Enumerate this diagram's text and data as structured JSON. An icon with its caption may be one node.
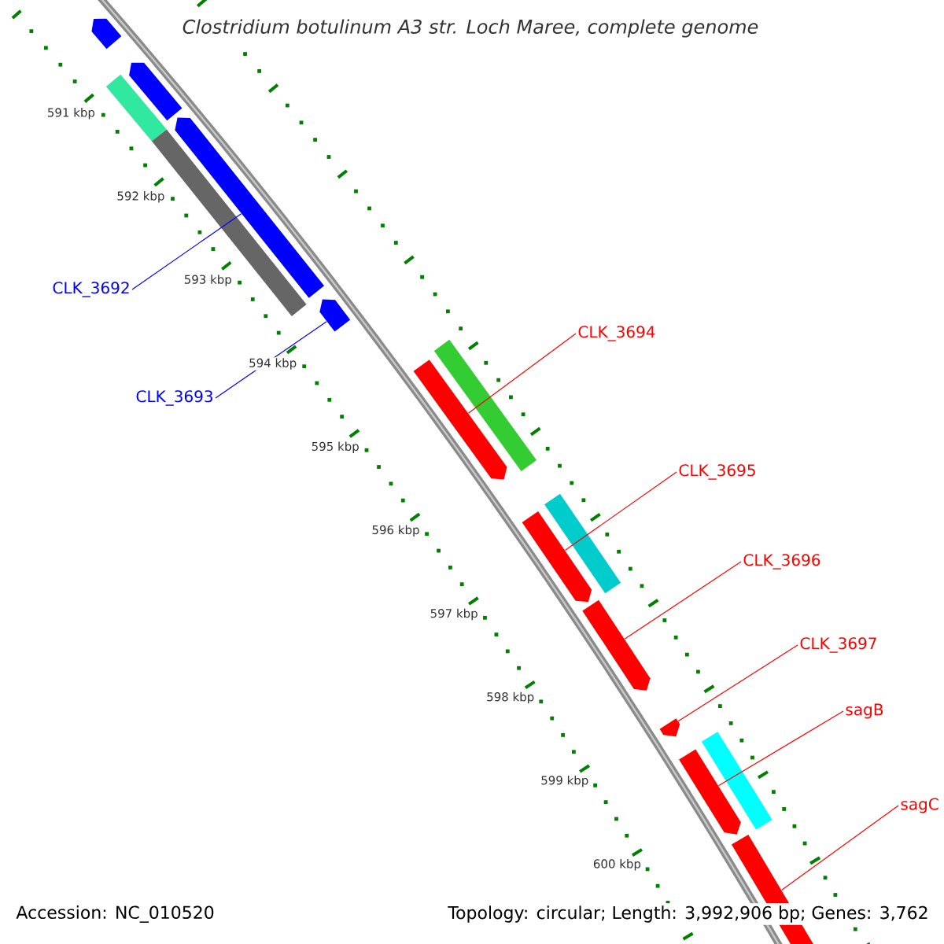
{
  "diagram": {
    "title": "Clostridium botulinum A3 str. Loch Maree, complete genome",
    "nodes": [
      {
        "text": [
          "CLK_3692"
        ]
      },
      {
        "text": [
          "CLK_3693"
        ]
      },
      {
        "text": [
          "CLK_3694"
        ]
      },
      {
        "text": [
          "CLK_3695"
        ]
      },
      {
        "text": [
          "CLK_3696"
        ]
      },
      {
        "text": [
          "CLK_3697"
        ]
      },
      {
        "text": [
          "sagB"
        ]
      },
      {
        "text": [
          "sagC"
        ]
      },
      {
        "text": [],
        "shape": "arrow"
      },
      {
        "text": [],
        "shape": "arrow"
      },
      {
        "text": [],
        "shape": "bar"
      },
      {
        "text": [],
        "shape": "arrow"
      },
      {
        "text": [],
        "shape": "bar"
      },
      {
        "text": [],
        "shape": "arrow"
      },
      {
        "text": [],
        "shape": "arrow"
      },
      {
        "text": [],
        "shape": "bar"
      },
      {
        "text": [],
        "shape": "arrow"
      },
      {
        "text": [],
        "shape": "bar"
      },
      {
        "text": [],
        "shape": "arrow"
      },
      {
        "text": [],
        "shape": "arrow"
      },
      {
        "text": [],
        "shape": "arrow"
      },
      {
        "text": [],
        "shape": "bar"
      },
      {
        "text": [],
        "shape": "arrow"
      }
    ],
    "edges": [
      {
        "from": 0,
        "to": 11,
        "arrow": "none",
        "color": "#0000ff"
      },
      {
        "from": 1,
        "to": 13,
        "arrow": "none",
        "color": "#0000ff"
      },
      {
        "from": 2,
        "to": 14,
        "arrow": "none"
      },
      {
        "from": 3,
        "to": 16,
        "arrow": "none"
      },
      {
        "from": 4,
        "to": 18,
        "arrow": "none"
      },
      {
        "from": 5,
        "to": 19,
        "arrow": "none"
      },
      {
        "from": 6,
        "to": 20,
        "arrow": "none"
      },
      {
        "from": 7,
        "to": 22,
        "arrow": "none"
      }
    ],
    "labels": [
      "591 kbp",
      "592 kbp",
      "593 kbp",
      "594 kbp",
      "595 kbp",
      "596 kbp",
      "597 kbp",
      "598 kbp",
      "599 kbp",
      "600 kbp",
      "Accession: NC_010520",
      "Topology: circular; Length: 3,992,906 bp; Genes: 3,762"
    ]
  }
}
